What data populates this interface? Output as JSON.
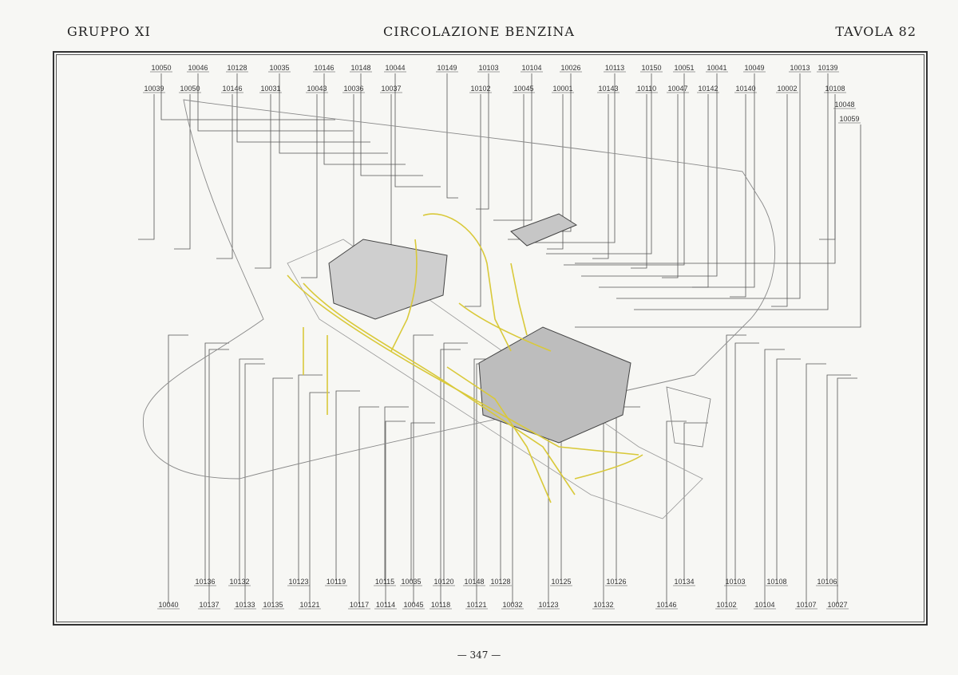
{
  "header": {
    "group": "GRUPPO XI",
    "title": "CIRCOLAZIONE BENZINA",
    "plate": "TAVOLA 82"
  },
  "labels": {
    "top_row1": [
      "10050",
      "10046",
      "10128",
      "10035",
      "10146",
      "10148",
      "10044",
      "10149",
      "10103",
      "10104",
      "10026",
      "10113",
      "10150",
      "10051",
      "10041",
      "10049",
      "10013",
      "10139"
    ],
    "top_row2": [
      "10039",
      "10050",
      "10146",
      "10031",
      "10043",
      "10036",
      "10037",
      "10102",
      "10045",
      "10001",
      "10143",
      "10110",
      "10047",
      "10142",
      "10140",
      "10002",
      "10108"
    ],
    "right_col": [
      "10048",
      "10059"
    ],
    "bottom_row1": [
      "10136",
      "10132",
      "10123",
      "10119",
      "10115",
      "10035",
      "10120",
      "10148",
      "10128",
      "10125",
      "10126",
      "10134",
      "10103",
      "10108",
      "10106"
    ],
    "bottom_row2": [
      "10040",
      "10137",
      "10133",
      "10135",
      "10121",
      "10117",
      "10114",
      "10045",
      "10118",
      "10121",
      "10032",
      "10123",
      "10132",
      "10146",
      "10102",
      "10104",
      "10107",
      "10027"
    ]
  },
  "footer": {
    "page": "— 347 —"
  },
  "colors": {
    "fuel_line": "#d9c93a",
    "ink": "#444444"
  }
}
